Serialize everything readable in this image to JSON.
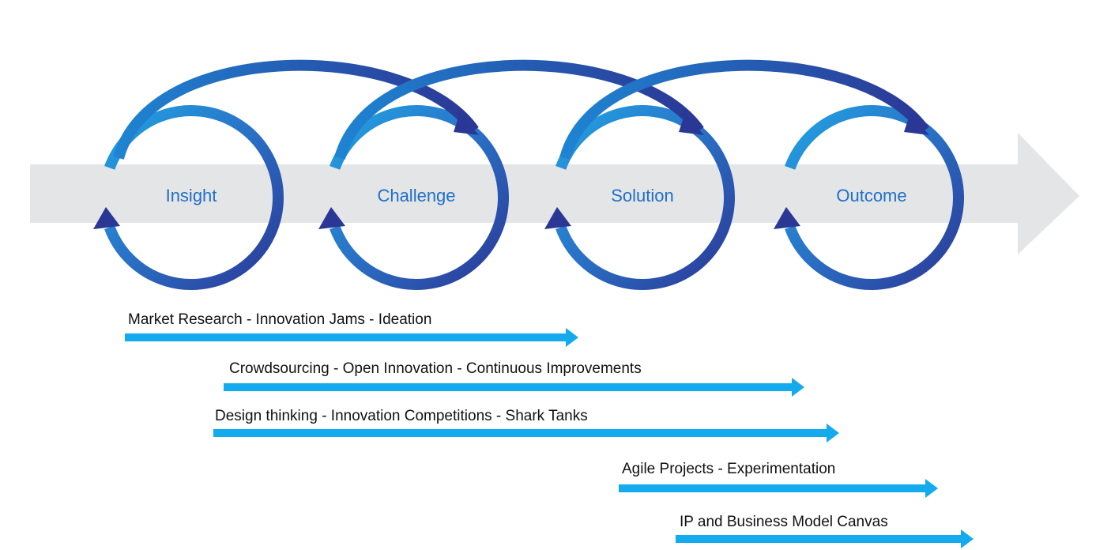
{
  "stages": [
    {
      "label": "Insight"
    },
    {
      "label": "Challenge"
    },
    {
      "label": "Solution"
    },
    {
      "label": "Outcome"
    }
  ],
  "activities": [
    {
      "label": "Market Research - Innovation Jams - Ideation"
    },
    {
      "label": "Crowdsourcing - Open Innovation - Continuous Improvements"
    },
    {
      "label": "Design thinking - Innovation Competitions - Shark Tanks"
    },
    {
      "label": "Agile Projects - Experimentation"
    },
    {
      "label": "IP and Business Model Canvas"
    }
  ],
  "colors": {
    "main_arrow": "#e4e5e7",
    "cycle_light": "#21a3e4",
    "cycle_dark": "#2b3795",
    "stage_label": "#1f6fc8",
    "activity_arrow": "#13aaee",
    "activity_text": "#111111"
  }
}
